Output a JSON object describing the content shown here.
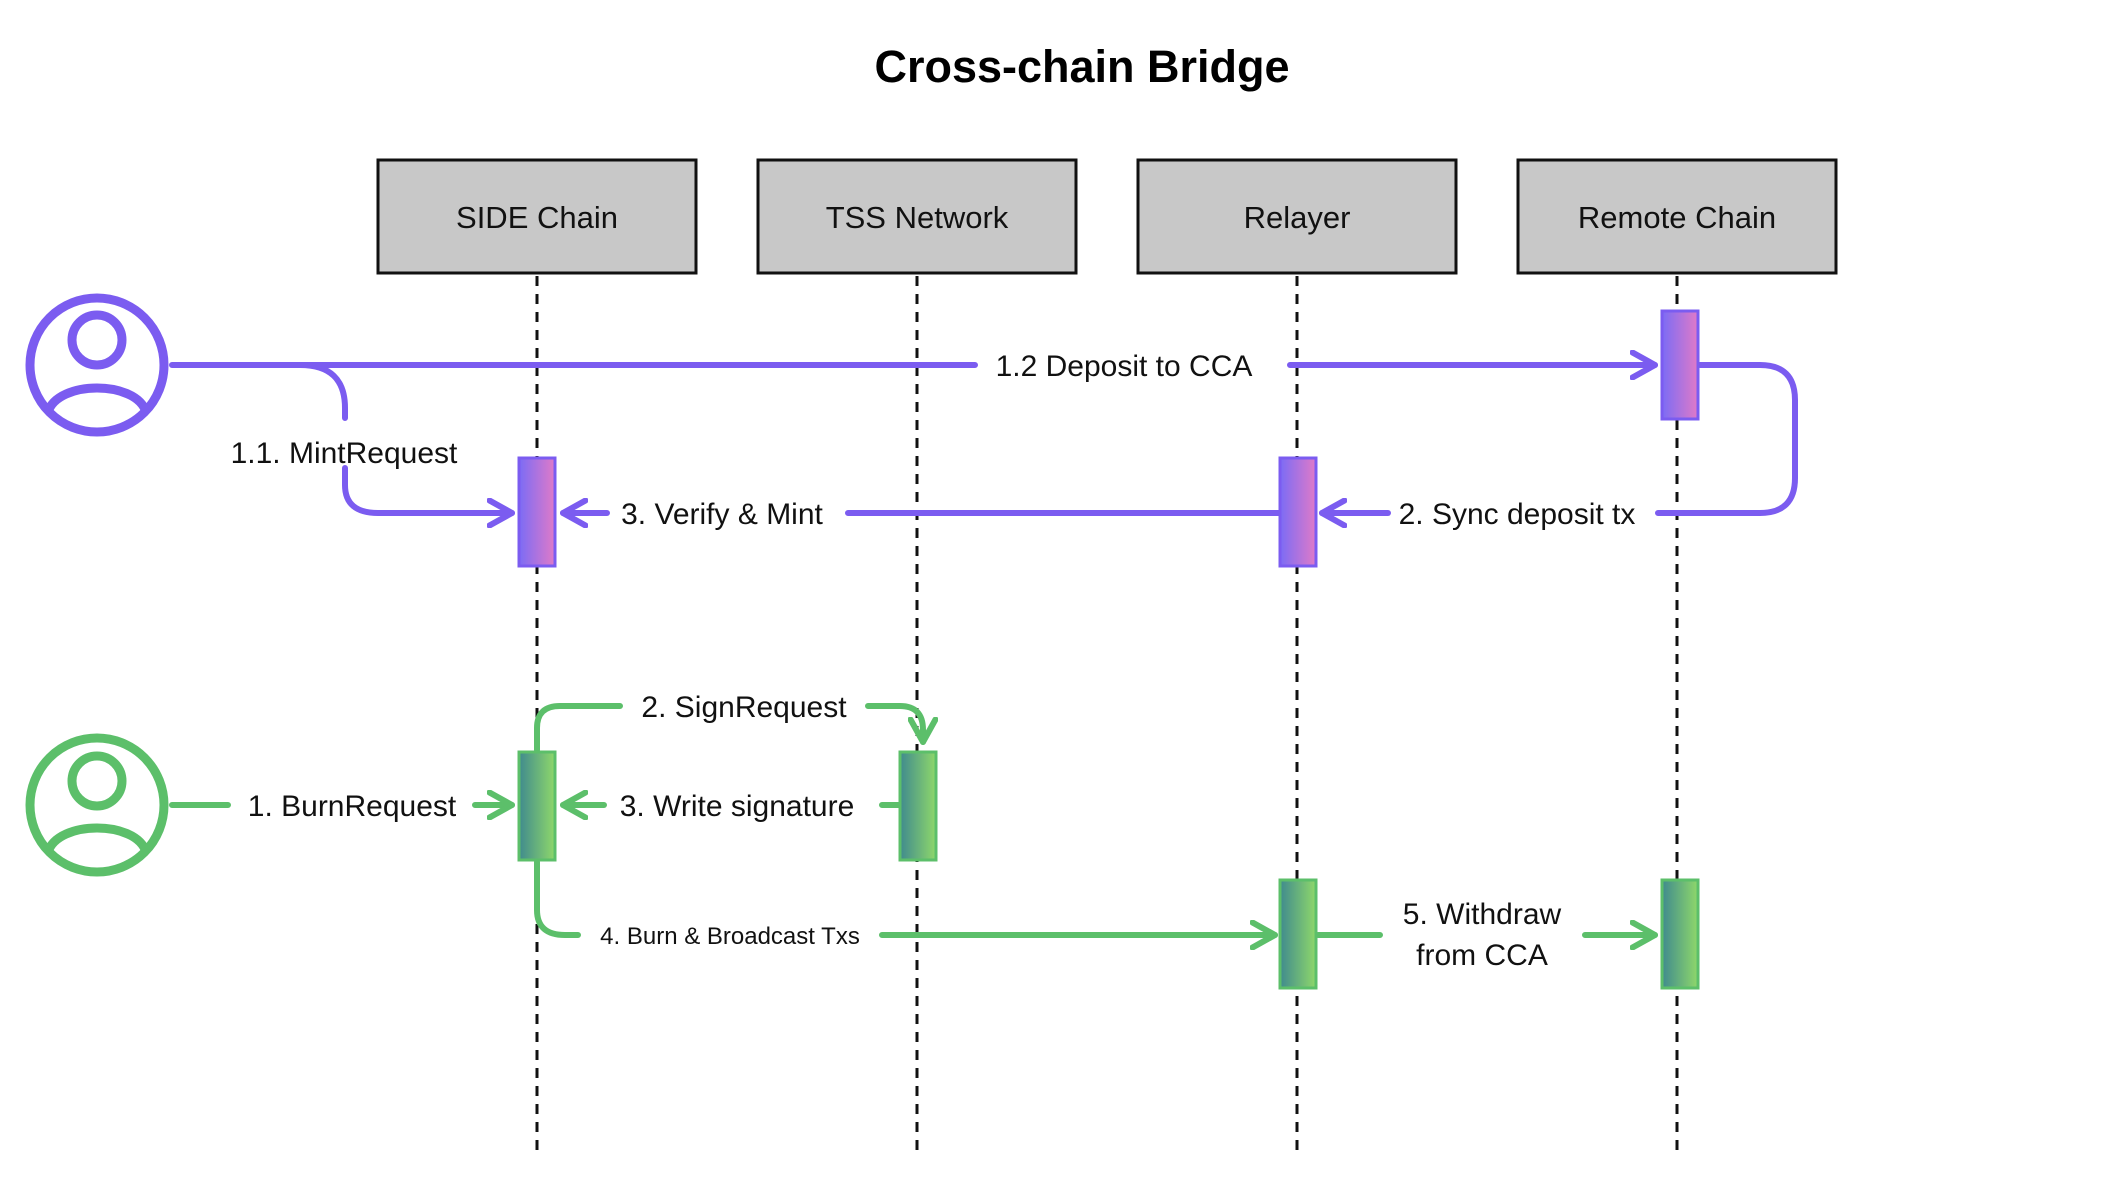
{
  "title": "Cross-chain Bridge",
  "colors": {
    "mint_flow": "#7b5cf0",
    "burn_flow": "#5cbf6a",
    "actor_box_fill": "#c8c8c8",
    "actor_box_stroke": "#111111",
    "lifeline": "#111111",
    "background": "#ffffff"
  },
  "participants": [
    {
      "id": "side",
      "label": "SIDE Chain"
    },
    {
      "id": "tss",
      "label": "TSS Network"
    },
    {
      "id": "relayer",
      "label": "Relayer"
    },
    {
      "id": "remote",
      "label": "Remote Chain"
    }
  ],
  "users": [
    {
      "id": "user-mint",
      "icon": "user-icon",
      "flow": "mint"
    },
    {
      "id": "user-burn",
      "icon": "user-icon",
      "flow": "burn"
    }
  ],
  "messages": {
    "mint": [
      {
        "id": "deposit",
        "label": "1.2 Deposit to CCA",
        "from": "user",
        "to": "remote"
      },
      {
        "id": "mint-request",
        "label": "1.1. MintRequest",
        "from": "user",
        "to": "side"
      },
      {
        "id": "verify-mint",
        "label": "3. Verify & Mint",
        "from": "relayer",
        "to": "side"
      },
      {
        "id": "sync-deposit",
        "label": "2. Sync deposit tx",
        "from": "remote",
        "to": "relayer"
      }
    ],
    "burn": [
      {
        "id": "sign-request",
        "label": "2. SignRequest",
        "from": "side",
        "to": "tss"
      },
      {
        "id": "burn-request",
        "label": "1. BurnRequest",
        "from": "user",
        "to": "side"
      },
      {
        "id": "write-signature",
        "label": "3. Write  signature",
        "from": "tss",
        "to": "side"
      },
      {
        "id": "burn-broadcast",
        "label": "4. Burn & Broadcast Txs",
        "from": "side",
        "to": "relayer"
      },
      {
        "id": "withdraw",
        "label_lines": [
          "5. Withdraw",
          "from CCA"
        ],
        "from": "relayer",
        "to": "remote"
      }
    ]
  }
}
